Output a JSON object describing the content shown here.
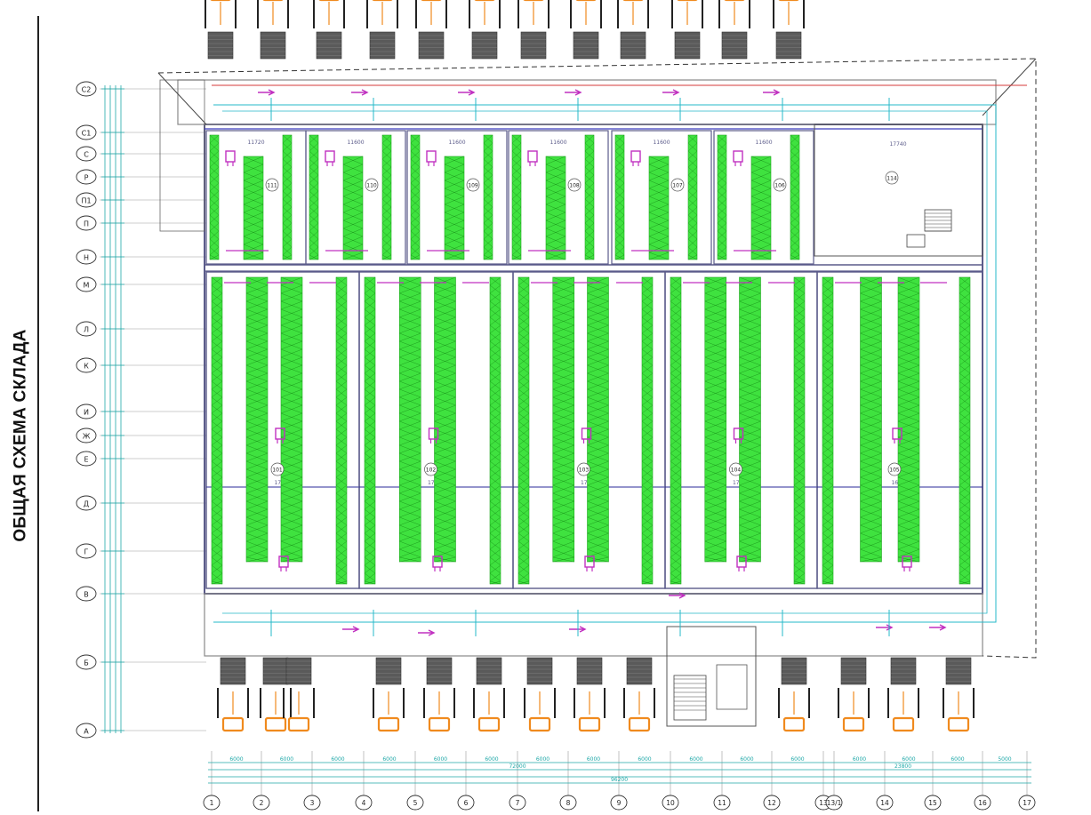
{
  "title": "ОБЩАЯ СХЕМА СКЛАДА",
  "axes_rows": [
    "С2",
    "С1",
    "С",
    "Р",
    "П1",
    "П",
    "Н",
    "М",
    "Л",
    "К",
    "И",
    "Ж",
    "Е",
    "Д",
    "Г",
    "В",
    "Б",
    "А"
  ],
  "axes_cols": [
    "1",
    "2",
    "3",
    "4",
    "5",
    "6",
    "7",
    "8",
    "9",
    "10",
    "11",
    "12",
    "13",
    "13/1",
    "14",
    "15",
    "16",
    "17"
  ],
  "bay_dims": [
    "6000",
    "6000",
    "6000",
    "6000",
    "6000",
    "6000",
    "6000",
    "6000",
    "6000",
    "6000",
    "6000",
    "6000",
    "6000",
    "6000",
    "6000",
    "5000"
  ],
  "overall_dims": {
    "total": "96200",
    "segment_a": "72000",
    "segment_b": "23800"
  },
  "upper_rooms": [
    {
      "id": "111",
      "width": "11720"
    },
    {
      "id": "110",
      "width": "11600"
    },
    {
      "id": "109",
      "width": "11600"
    },
    {
      "id": "108",
      "width": "11600"
    },
    {
      "id": "107",
      "width": "11600"
    },
    {
      "id": "106",
      "width": "11600"
    }
  ],
  "office": {
    "id": "114",
    "width": "17740"
  },
  "lower_rooms": [
    {
      "id": "101",
      "width": "17750"
    },
    {
      "id": "102",
      "width": "17100"
    },
    {
      "id": "103",
      "width": "17100"
    },
    {
      "id": "104",
      "width": "17250"
    },
    {
      "id": "105",
      "width": "16900"
    }
  ],
  "colors": {
    "rack": "#3fe23f",
    "axis": "#1fa8a8",
    "dock": "#f08a1e",
    "wall": "#5b5b8a",
    "magenta": "#c030c0",
    "red": "#d63838",
    "cyan": "#26b8c8"
  }
}
